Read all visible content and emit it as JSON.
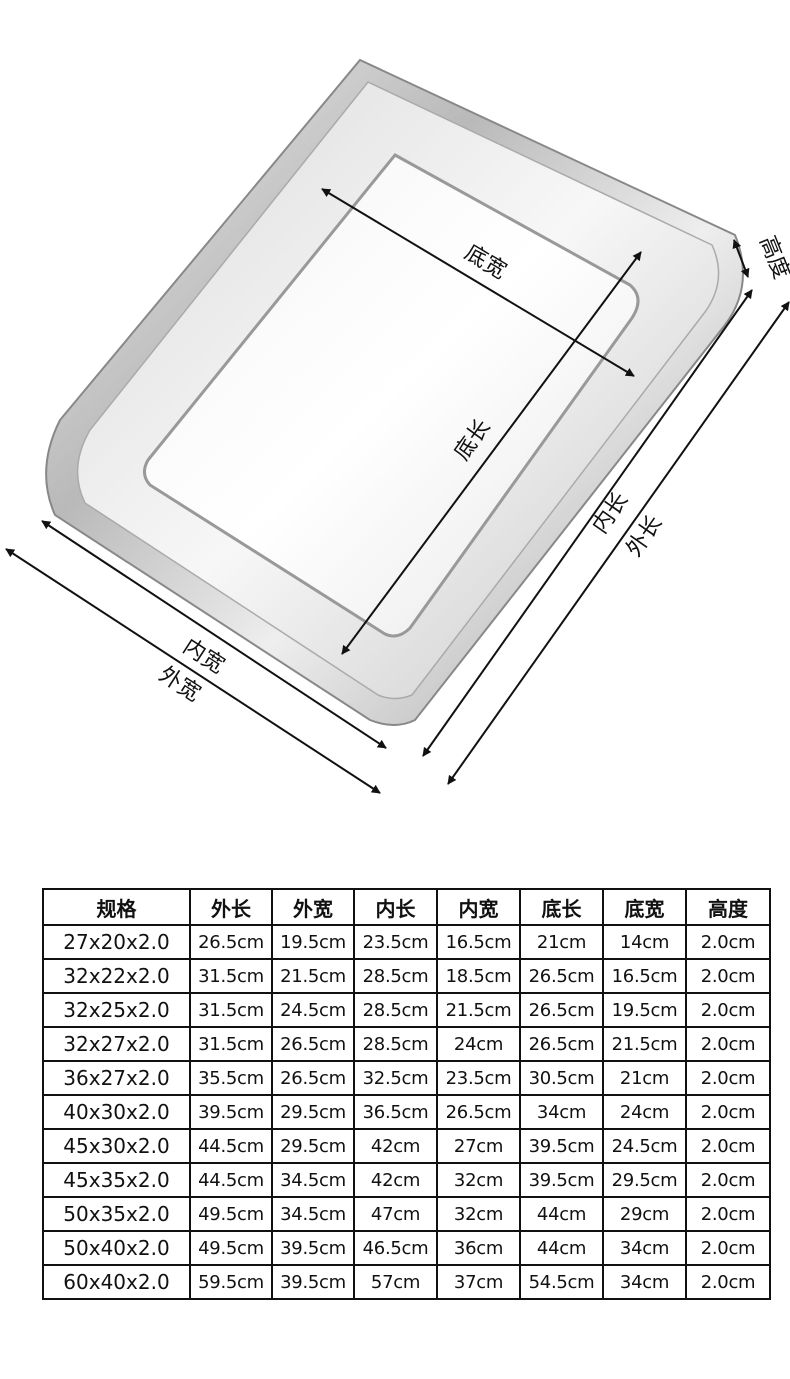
{
  "diagram": {
    "labels": {
      "bottom_width": "底宽",
      "bottom_length": "底长",
      "height": "高度",
      "inner_length": "内长",
      "outer_length": "外长",
      "inner_width": "内宽",
      "outer_width": "外宽"
    }
  },
  "table": {
    "headers": [
      "规格",
      "外长",
      "外宽",
      "内长",
      "内宽",
      "底长",
      "底宽",
      "高度"
    ],
    "rows": [
      [
        "27x20x2.0",
        "26.5cm",
        "19.5cm",
        "23.5cm",
        "16.5cm",
        "21cm",
        "14cm",
        "2.0cm"
      ],
      [
        "32x22x2.0",
        "31.5cm",
        "21.5cm",
        "28.5cm",
        "18.5cm",
        "26.5cm",
        "16.5cm",
        "2.0cm"
      ],
      [
        "32x25x2.0",
        "31.5cm",
        "24.5cm",
        "28.5cm",
        "21.5cm",
        "26.5cm",
        "19.5cm",
        "2.0cm"
      ],
      [
        "32x27x2.0",
        "31.5cm",
        "26.5cm",
        "28.5cm",
        "24cm",
        "26.5cm",
        "21.5cm",
        "2.0cm"
      ],
      [
        "36x27x2.0",
        "35.5cm",
        "26.5cm",
        "32.5cm",
        "23.5cm",
        "30.5cm",
        "21cm",
        "2.0cm"
      ],
      [
        "40x30x2.0",
        "39.5cm",
        "29.5cm",
        "36.5cm",
        "26.5cm",
        "34cm",
        "24cm",
        "2.0cm"
      ],
      [
        "45x30x2.0",
        "44.5cm",
        "29.5cm",
        "42cm",
        "27cm",
        "39.5cm",
        "24.5cm",
        "2.0cm"
      ],
      [
        "45x35x2.0",
        "44.5cm",
        "34.5cm",
        "42cm",
        "32cm",
        "39.5cm",
        "29.5cm",
        "2.0cm"
      ],
      [
        "50x35x2.0",
        "49.5cm",
        "34.5cm",
        "47cm",
        "32cm",
        "44cm",
        "29cm",
        "2.0cm"
      ],
      [
        "50x40x2.0",
        "49.5cm",
        "39.5cm",
        "46.5cm",
        "36cm",
        "44cm",
        "34cm",
        "2.0cm"
      ],
      [
        "60x40x2.0",
        "59.5cm",
        "39.5cm",
        "57cm",
        "37cm",
        "54.5cm",
        "34cm",
        "2.0cm"
      ]
    ]
  }
}
